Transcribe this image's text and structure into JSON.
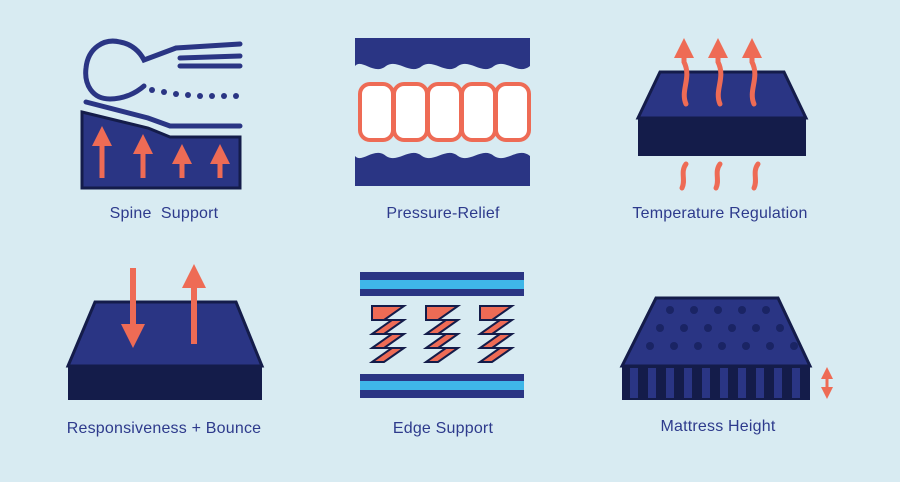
{
  "features": [
    {
      "label": "Spine  Support",
      "icon": "spine-support-icon"
    },
    {
      "label": "Pressure-Relief",
      "icon": "pressure-relief-icon"
    },
    {
      "label": "Temperature Regulation",
      "icon": "temperature-regulation-icon"
    },
    {
      "label": "Responsiveness + Bounce",
      "icon": "responsiveness-bounce-icon"
    },
    {
      "label": "Edge Support",
      "icon": "edge-support-icon"
    },
    {
      "label": "Mattress Height",
      "icon": "mattress-height-icon"
    }
  ],
  "colors": {
    "background": "#d8ebf2",
    "navy": "#2a3584",
    "dark_navy": "#141c4a",
    "coral": "#ee6b55",
    "light_blue": "#3fb6e8",
    "text": "#2d3a8c"
  }
}
